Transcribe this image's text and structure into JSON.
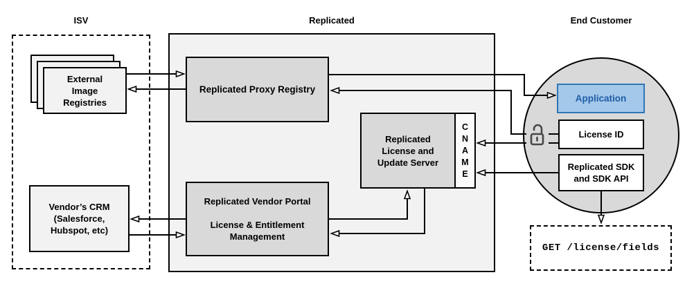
{
  "diagram": {
    "titles": {
      "isv": "ISV",
      "replicated": "Replicated",
      "end_customer": "End Customer"
    },
    "nodes": {
      "external_registries": [
        "External",
        "Image",
        "Registries"
      ],
      "vendors_crm": [
        "Vendor’s CRM",
        "(Salesforce,",
        "Hubspot, etc)"
      ],
      "proxy_registry": "Replicated Proxy Registry",
      "license_update_server": [
        "Replicated",
        "License and",
        "Update Server"
      ],
      "cname": [
        "C",
        "N",
        "A",
        "M",
        "E"
      ],
      "vendor_portal": [
        "Replicated Vendor Portal",
        "",
        "License & Entitlement",
        "Management"
      ],
      "application": "Application",
      "license_id": "License ID",
      "replicated_sdk": [
        "Replicated SDK",
        "and SDK API"
      ],
      "get_endpoint": "GET /license/fields"
    },
    "icons": {
      "lock": "unlocked-padlock-icon"
    },
    "colors": {
      "container_fill": "#f2f2f2",
      "node_fill": "#d9d9d9",
      "light_node_fill": "#f2f2f2",
      "circle_fill": "#d9d9d9",
      "application_fill": "#a4c8e9",
      "application_border": "#2e75b6",
      "application_text": "#1f5da8",
      "line": "#000000"
    },
    "edges": [
      {
        "from": "external-image-registries",
        "to": "replicated-proxy-registry"
      },
      {
        "from": "replicated-proxy-registry",
        "to": "external-image-registries"
      },
      {
        "from": "replicated-proxy-registry",
        "to": "application"
      },
      {
        "from": "license-id",
        "to": "replicated-proxy-registry"
      },
      {
        "from": "license-id",
        "to": "cname"
      },
      {
        "from": "replicated-sdk",
        "to": "cname"
      },
      {
        "from": "vendor-portal",
        "to": "vendors-crm"
      },
      {
        "from": "vendors-crm",
        "to": "vendor-portal"
      },
      {
        "from": "vendor-portal",
        "to": "license-update-server"
      },
      {
        "from": "license-update-server",
        "to": "vendor-portal"
      },
      {
        "from": "replicated-sdk",
        "to": "get-license-fields"
      }
    ]
  }
}
